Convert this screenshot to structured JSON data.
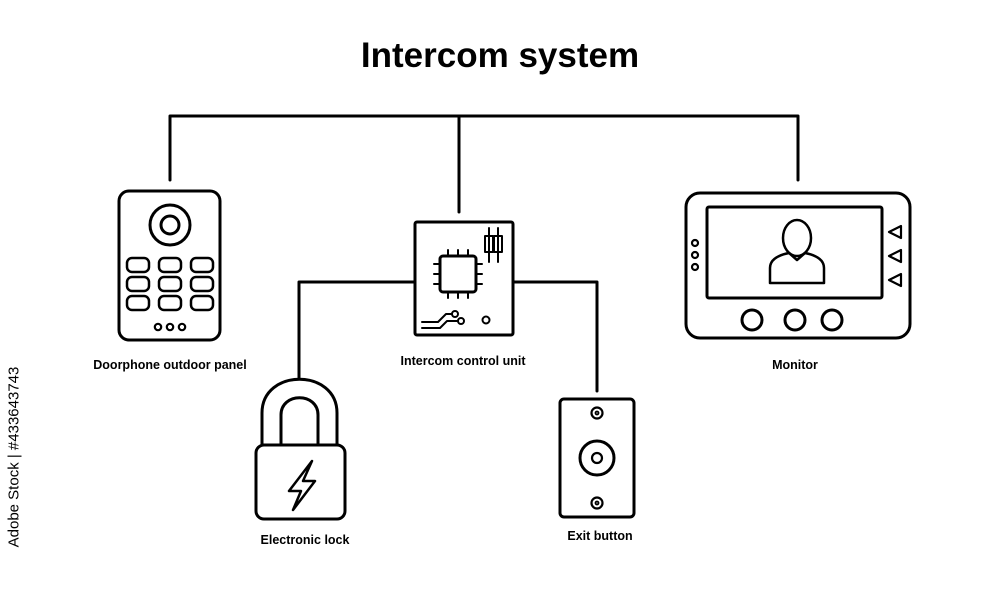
{
  "title": "Intercom system",
  "devices": {
    "outdoor_panel": "Doorphone outdoor panel",
    "control_unit": "Intercom control unit",
    "monitor": "Monitor",
    "lock": "Electronic lock",
    "exit_button": "Exit button"
  },
  "stock_id": "Adobe Stock | #433643743"
}
